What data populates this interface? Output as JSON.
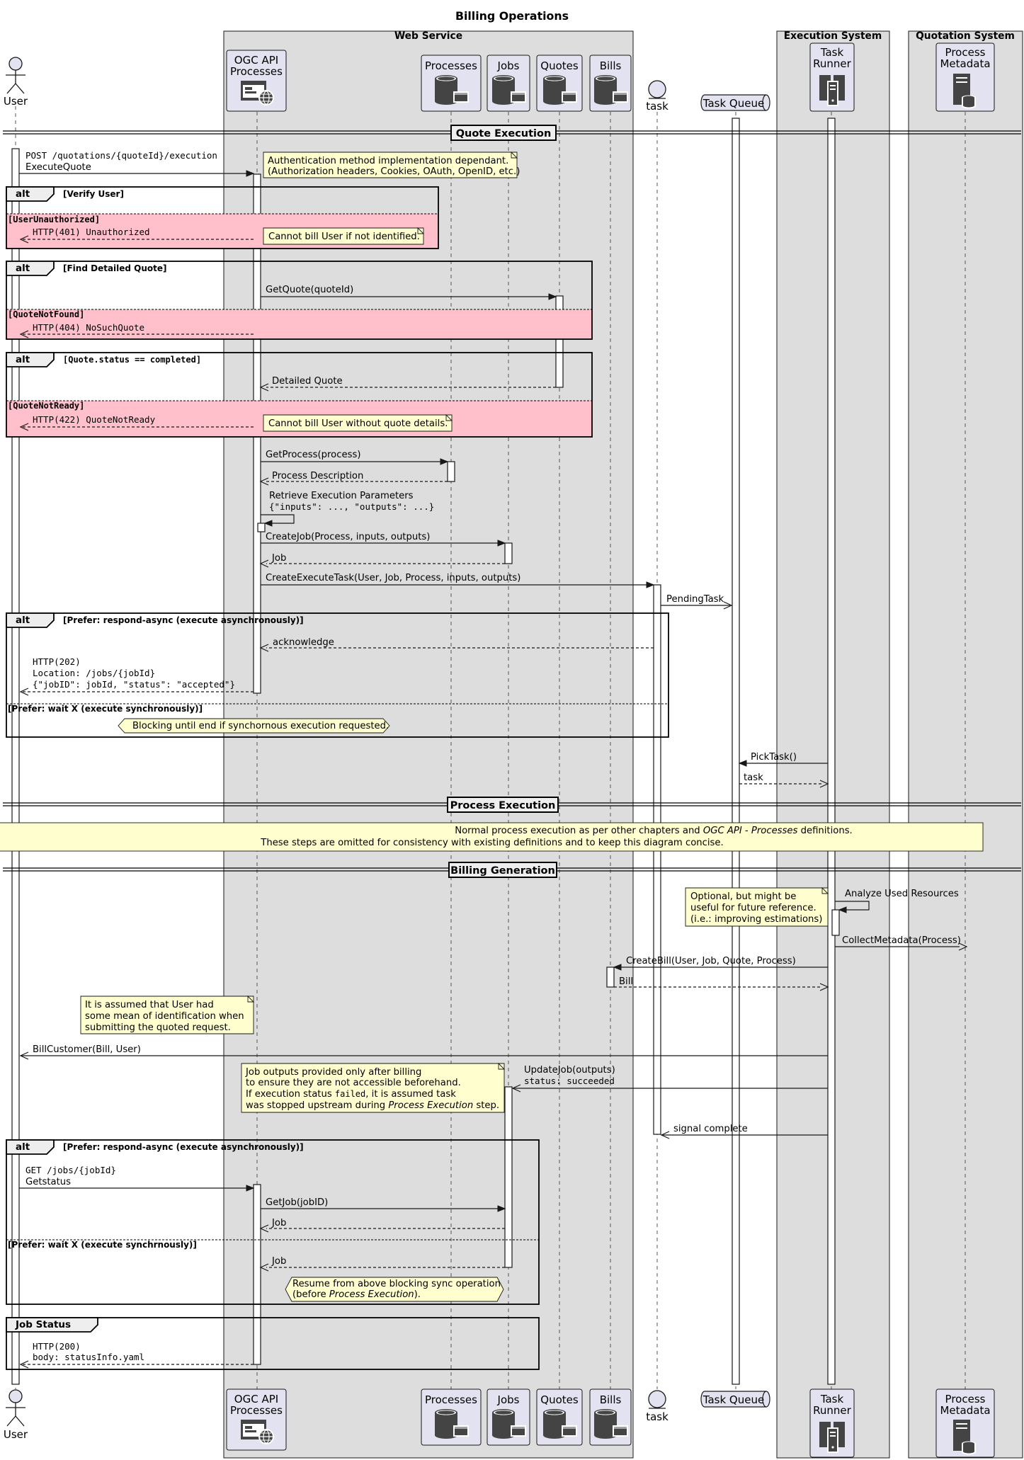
{
  "title": "Billing Operations",
  "boxes": {
    "web_service": "Web Service",
    "execution_system": "Execution System",
    "quotation_system": "Quotation System"
  },
  "participants": {
    "user": "User",
    "ogc_api_1": "OGC API",
    "ogc_api_2": "Processes",
    "processes": "Processes",
    "jobs": "Jobs",
    "quotes": "Quotes",
    "bills": "Bills",
    "task": "task",
    "task_queue": "Task Queue",
    "task_runner_1": "Task",
    "task_runner_2": "Runner",
    "process_metadata_1": "Process",
    "process_metadata_2": "Metadata"
  },
  "dividers": {
    "quote_execution": "Quote Execution",
    "process_execution": "Process Execution",
    "billing_generation": "Billing Generation"
  },
  "alt": {
    "verify_user": {
      "kw": "alt",
      "cond": "[Verify User]",
      "else": "[UserUnauthorized]"
    },
    "find_quote": {
      "kw": "alt",
      "cond": "[Find Detailed Quote]",
      "else": "[QuoteNotFound]"
    },
    "quote_status": {
      "kw": "alt",
      "cond": "[Quote.status == completed]",
      "else": "[QuoteNotReady]"
    },
    "prefer1": {
      "kw": "alt",
      "cond": "[Prefer: respond-async (execute asynchronously)]",
      "else": "[Prefer: wait X (execute synchronously)]"
    },
    "prefer2": {
      "kw": "alt",
      "cond": "[Prefer: respond-async (execute asynchronously)]",
      "else": "[Prefer: wait X (execute synchrnously)]"
    },
    "job_status": {
      "kw": "Job Status"
    }
  },
  "messages": {
    "post_path": "POST /quotations/{quoteId}/execution",
    "execute_quote": "ExecuteQuote",
    "http401": "HTTP(401) Unauthorized",
    "get_quote": "GetQuote(quoteId)",
    "http404": "HTTP(404) NoSuchQuote",
    "detailed_quote": "Detailed Quote",
    "http422": "HTTP(422) QuoteNotReady",
    "get_process": "GetProcess(process)",
    "process_description": "Process Description",
    "retrieve_params": "Retrieve Execution Parameters",
    "retrieve_params_json": "{\"inputs\": ..., \"outputs\": ...}",
    "create_job": "CreateJob(Process, inputs, outputs)",
    "job": "Job",
    "create_execute_task": "CreateExecuteTask(User, Job, Process, inputs, outputs)",
    "pending_task": "PendingTask",
    "acknowledge": "acknowledge",
    "http202": "HTTP(202)",
    "location": "Location: /jobs/{jobId}",
    "job_json": "{\"jobID\": jobId, \"status\": \"accepted\"}",
    "pick_task": "PickTask()",
    "task": "task",
    "analyze": "Analyze Used Resources",
    "collect_metadata": "CollectMetadata(Process)",
    "create_bill": "CreateBill(User, Job, Quote, Process)",
    "bill": "Bill",
    "bill_customer": "BillCustomer(Bill, User)",
    "update_job": "UpdateJob(outputs)",
    "status_succeeded": "status: succeeded",
    "signal_complete": "signal complete",
    "get_jobs_path": "GET /jobs/{jobId}",
    "getstatus": "Getstatus",
    "get_job": "GetJob(jobID)",
    "job2": "Job",
    "job3": "Job",
    "http200": "HTTP(200)",
    "body_status": "body: statusInfo.yaml"
  },
  "notes": {
    "auth_1": "Authentication method implementation dependant.",
    "auth_2": "(Authorization headers, Cookies, OAuth, OpenID, etc.)",
    "not_identified": "Cannot bill User if not identified.",
    "no_quote_details": "Cannot bill User without quote details.",
    "blocking": "Blocking until end if synchornous execution requested.",
    "normal_1a": "Normal process execution as per other chapters and ",
    "normal_1b": "OGC API - Processes",
    "normal_1c": " definitions.",
    "normal_2": "These steps are omitted for consistency with existing definitions and to keep this diagram concise.",
    "optional_1": "Optional, but might be",
    "optional_2": "useful for future reference.",
    "optional_3": "(i.e.: improving estimations)",
    "assumed_1": "It is assumed that User had",
    "assumed_2": "some mean of identification when",
    "assumed_3": "submitting the quoted request.",
    "outputs_1": "Job outputs provided only after billing",
    "outputs_2": "to ensure they are not accessible beforehand.",
    "outputs_3a": "If execution status ",
    "outputs_3b": "failed",
    "outputs_3c": ", it is assumed task",
    "outputs_4a": "was stopped upstream during ",
    "outputs_4b": "Process Execution",
    "outputs_4c": " step.",
    "resume_1": "Resume from above blocking sync operation",
    "resume_2a": "(before ",
    "resume_2b": "Process Execution",
    "resume_2c": ")."
  }
}
